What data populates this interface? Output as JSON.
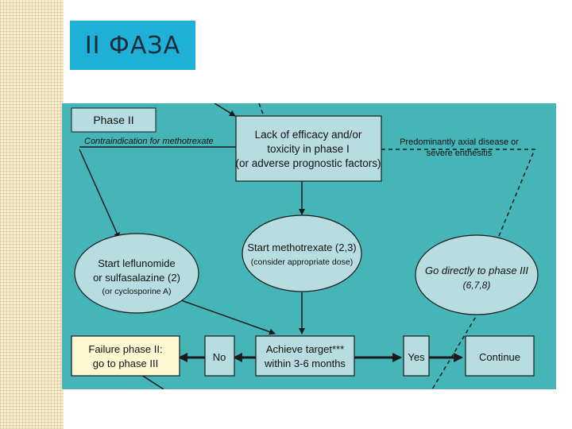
{
  "slide_title": "II ФАЗА",
  "colors": {
    "panel": "#45b5b8",
    "box_fill": "#b7dde0",
    "yellow_box": "#fdf7d2",
    "title_bg": "#1fb0d8",
    "ellipse_fill": "#b7dde0"
  },
  "diagram": {
    "phase_label": "Phase II",
    "top_box": [
      "Lack of efficacy and/or",
      "toxicity in phase I",
      "(or adverse prognostic factors)"
    ],
    "contraindication_label": "Contraindication for methotrexate",
    "axial_label": [
      "Predominantly axial disease or",
      "severe enthesitis"
    ],
    "methotrexate_node": [
      "Start methotrexate (2,3)",
      "(consider appropriate dose)"
    ],
    "leflunomide_node": [
      "Start leflunomide",
      "or sulfasalazine (2)",
      "(or cyclosporine A)"
    ],
    "phase3_node": [
      "Go directly to phase III",
      "(6,7,8)"
    ],
    "failure_box": [
      "Failure phase II:",
      "go to phase III"
    ],
    "no_label": "No",
    "target_box": [
      "Achieve target***",
      "within 3-6 months"
    ],
    "yes_label": "Yes",
    "continue_label": "Continue"
  }
}
